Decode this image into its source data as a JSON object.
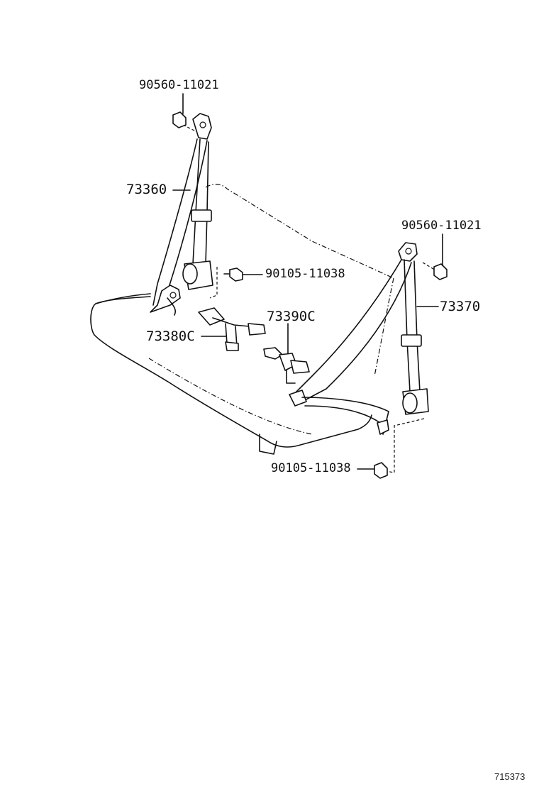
{
  "parts": {
    "bolt_upper_left": "90560-11021",
    "belt_left": "73360",
    "bolt_mid_left": "90105-11038",
    "bolt_upper_right": "90560-11021",
    "belt_right": "73370",
    "buckle_center_right": "73390C",
    "buckle_center_left": "73380C",
    "bolt_lower_right": "90105-11038"
  },
  "figure_number": "715373"
}
